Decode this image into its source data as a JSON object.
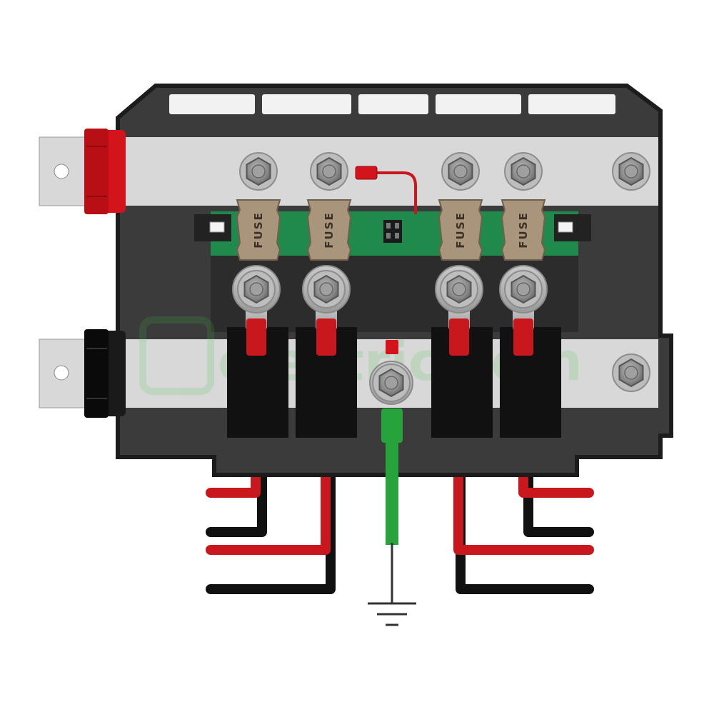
{
  "fuses": [
    {
      "label": "FUSE"
    },
    {
      "label": "FUSE"
    },
    {
      "label": "FUSE"
    },
    {
      "label": "FUSE"
    }
  ],
  "watermark": {
    "text": "electric.com"
  },
  "colors": {
    "housing": "#3b3b3b",
    "housing_edge": "#1f1f1f",
    "busbar": "#d8d8d8",
    "pcb": "#1f8a4c",
    "fuse": "#a8957c",
    "positive_wire": "#c8181e",
    "negative_wire": "#111111",
    "ground_wire": "#27a33b",
    "terminal_pos_boot": "#d4141b",
    "terminal_neg_boot": "#111111"
  },
  "icons": [
    "ground-symbol-icon",
    "bolt-icon",
    "ring-terminal-icon",
    "fuse-icon"
  ]
}
